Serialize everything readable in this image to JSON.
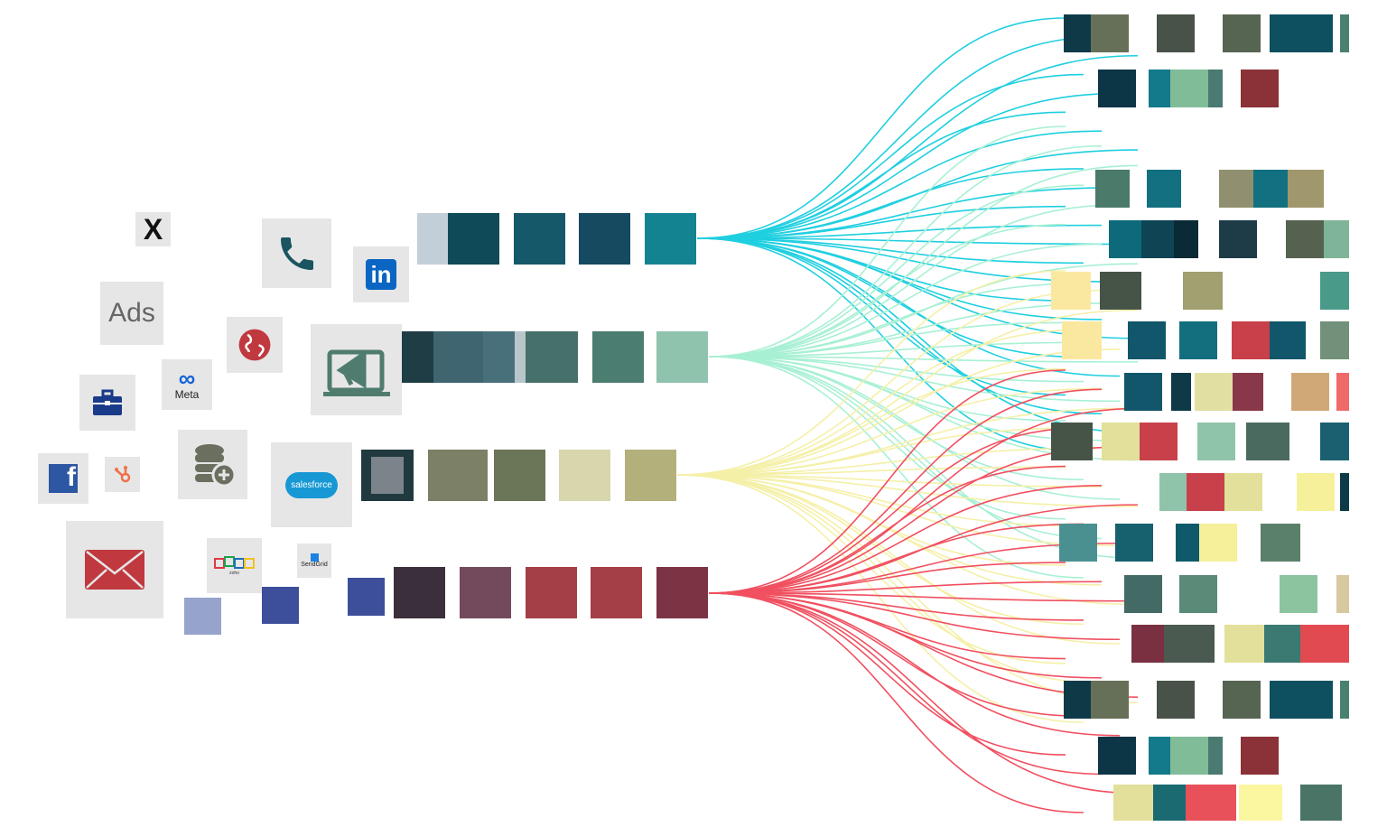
{
  "sources": {
    "x_label": "X",
    "ads_label": "Ads",
    "meta_label": "Meta",
    "linkedin_label": "in",
    "salesforce_label": "salesforce",
    "sendgrid_label": "SendGrid",
    "zoho_label": "zoho"
  },
  "streams": [
    {
      "name": "cyan",
      "color": "#1fcfe0"
    },
    {
      "name": "mint",
      "color": "#a8f0d4"
    },
    {
      "name": "yellow",
      "color": "#f5f0a8"
    },
    {
      "name": "red",
      "color": "#f05060"
    }
  ]
}
